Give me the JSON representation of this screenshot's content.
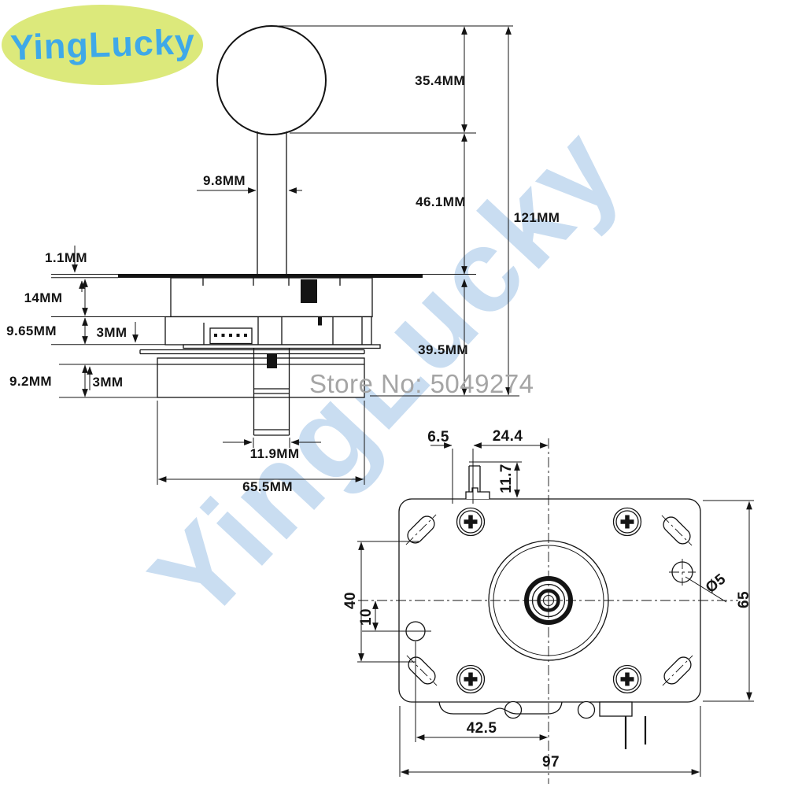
{
  "logo": {
    "text": "YingLucky",
    "bg_color": "#dce97b",
    "text_color": "#3fa9e8"
  },
  "watermark": {
    "text": "YingLucky",
    "color": "#c9ddf1"
  },
  "store_label": "Store No: 5049274",
  "side_view": {
    "dims": {
      "ball_height": "35.4MM",
      "shaft_exposed": "46.1MM",
      "total_height": "121MM",
      "shaft_diameter": "9.8MM",
      "plate_thickness": "1.1MM",
      "body_height": "14MM",
      "switch_height": "9.65MM",
      "gap_top": "3MM",
      "below_plate": "39.5MM",
      "housing_height": "9.2MM",
      "gap_bottom": "3MM",
      "actuator_width": "11.9MM",
      "housing_width": "65.5MM"
    }
  },
  "top_view": {
    "dims": {
      "tab_offset": "6.5",
      "tab_to_center": "24.4",
      "tab_height": "11.7",
      "slot_span": "40",
      "hole_offset": "10",
      "hole_to_center": "42.5",
      "plate_width": "97",
      "plate_height": "65",
      "hole_diameter": "Ø5"
    }
  }
}
